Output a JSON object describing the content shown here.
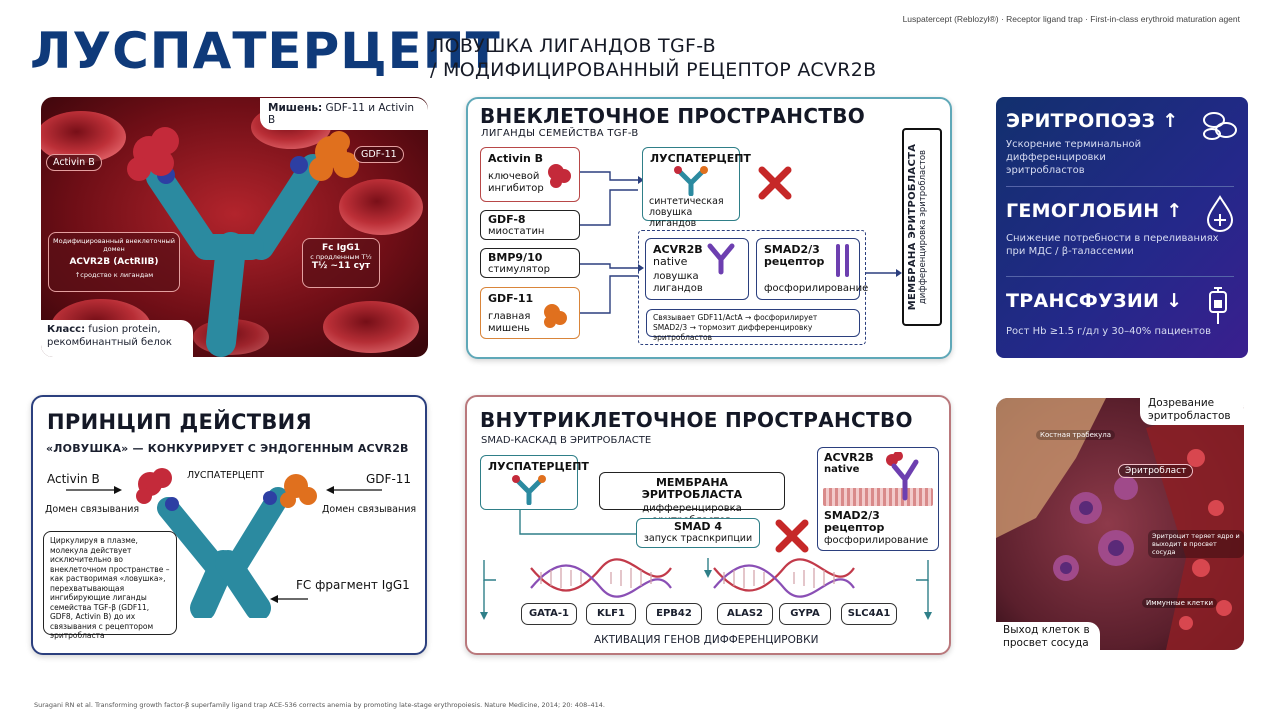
{
  "top_note": "Luspatercept (Reblozyl®) · Receptor ligand trap · First-in-class erythroid maturation agent",
  "brand": "ЛУСПАТЕРЦЕПТ",
  "subtitle": {
    "line1": "ЛОВУШКА ЛИГАНДОВ TGF-B",
    "line2": "/ МОДИФИЦИРОВАННЫЙ РЕЦЕПТОР ACVR2B"
  },
  "molecule_panel": {
    "target_label": "Мишень:",
    "target_value": "GDF-11 и Activin B",
    "activin_b": "Activin B",
    "gdf11": "GDF-11",
    "ecd_small": "Модифицированный внеклеточный домен",
    "ecd_name": "ACVR2B (ActRIIB)",
    "ecd_affinity": "↑сродство к лигандам",
    "fc_name": "Fc IgG1",
    "fc_small": "с продленным T½",
    "fc_halflife": "T½ ~11 сут",
    "class_label": "Класс:",
    "class_value": "fusion protein,",
    "class_value2": "рекомбинантный белок"
  },
  "extracellular": {
    "title": "ВНЕКЛЕТОЧНОЕ ПРОСТРАНСТВО",
    "subtitle": "ЛИГАНДЫ СЕМЕЙСТВА TGF-B",
    "activin_title": "Activin B",
    "activin_desc": "ключевой ингибитор",
    "gdf8_title": "GDF-8",
    "gdf8_desc": "миостатин",
    "bmp_title": "BMP9/10",
    "bmp_desc": "стимулятор",
    "gdf11_title": "GDF-11",
    "gdf11_desc": "главная мишень",
    "lusp_title": "ЛУСПАТЕРЦЕПТ",
    "lusp_desc": "синтетическая ловушка лигандов",
    "acvr_title": "ACVR2B",
    "acvr_sub": "native",
    "acvr_desc": "ловушка лигандов",
    "smad_title": "SMAD2/3",
    "smad_sub": "рецептор",
    "smad_desc": "фосфорилирование",
    "mechanism": "Связывает GDF11/ActA → фосфорилирует SMAD2/3 → тормозит дифференцировку эритробластов",
    "membrane_title": "МЕМБРАНА ЭРИТРОБЛАСТА",
    "membrane_sub": "дифференцировка эритробластов"
  },
  "stats": [
    {
      "title": "ЭРИТРОПОЭЗ ↑",
      "desc": "Ускорение терминальной дифференцировки эритробластов",
      "icon": "red-cells-icon"
    },
    {
      "title": "ГЕМОГЛОБИН ↑",
      "desc": "Снижение потребности в переливаниях при МДС / β-талассемии",
      "icon": "drop-plus-icon"
    },
    {
      "title": "ТРАНСФУЗИИ ↓",
      "desc": "Рост Hb ≥1.5 г/дл у 30–40% пациентов",
      "icon": "blood-bag-icon"
    }
  ],
  "principle": {
    "title": "ПРИНЦИП ДЕЙСТВИЯ",
    "subtitle": "«ЛОВУШКА» — КОНКУРИРУЕТ С ЭНДОГЕННЫМ ACVR2B",
    "activin_b": "Activin B",
    "lusp": "ЛУСПАТЕРЦЕПТ",
    "gdf11": "GDF-11",
    "domain_left": "Домен связывания",
    "domain_right": "Домен связывания",
    "note": "Циркулируя в плазме, молекула действует исключительно во внеклеточном пространстве – как растворимая «ловушка», перехватывающая ингибирующие лиганды семейства TGF-β (GDF11, GDF8, Activin B) до их связывания с рецептором эритробласта",
    "fc": "FC фрагмент IgG1"
  },
  "intracellular": {
    "title": "ВНУТРИКЛЕТОЧНОЕ ПРОСТРАНСТВО",
    "subtitle": "SMAD-КАСКАД В ЭРИТРОБЛАСТЕ",
    "lusp": "ЛУСПАТЕРЦЕПТ",
    "membrane_title": "МЕМБРАНА ЭРИТРОБЛАСТА",
    "membrane_sub": "дифференцировка эритробластов",
    "smad4_title": "SMAD 4",
    "smad4_desc": "запуск трасnкрипции",
    "acvr_title": "ACVR2B",
    "acvr_sub": "native",
    "smad23_title": "SMAD2/3",
    "smad23_sub": "рецептор",
    "smad23_desc": "фосфорилирование",
    "genes": [
      "GATA-1",
      "KLF1",
      "EPB42",
      "ALAS2",
      "GYPA",
      "SLC4A1"
    ],
    "activation": "АКТИВАЦИЯ ГЕНОВ ДИФФЕРЕНЦИРОВКИ"
  },
  "marrow": {
    "maturation": "Дозревание эритробластов",
    "trabecula": "Костная трабекула",
    "erythroblast": "Эритробласт",
    "enucleation": "Эритроцит теряет ядро и выходит в просвет сосуда",
    "immune": "Иммунные клетки",
    "exit": "Выход клеток в просвет сосуда"
  },
  "citation": "Suragani RN et al. Transforming growth factor-β superfamily ligand trap ACE-536 corrects anemia by promoting late-stage erythropoiesis. Nature Medicine, 2014; 20: 408–414.",
  "colors": {
    "brand": "#0f3a7a",
    "teal": "#5fa8b8",
    "navy": "#2b3f7e",
    "rose": "#b9787c",
    "red_x": "#c62828"
  }
}
